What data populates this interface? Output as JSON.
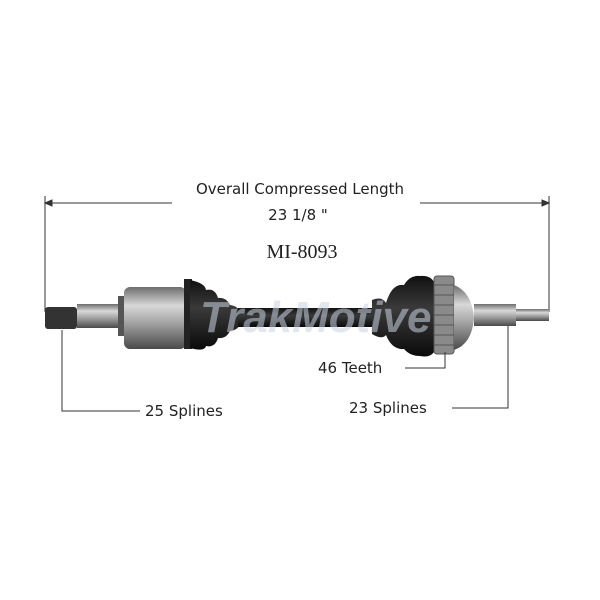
{
  "dimension": {
    "label": "Overall Compressed Length",
    "value": "23 1/8 \""
  },
  "part_number": "MI-8093",
  "watermark": "TrakMotive",
  "callouts": {
    "left_splines": "25  Splines",
    "right_splines": "23  Splines",
    "abs_teeth": "46  Teeth"
  }
}
